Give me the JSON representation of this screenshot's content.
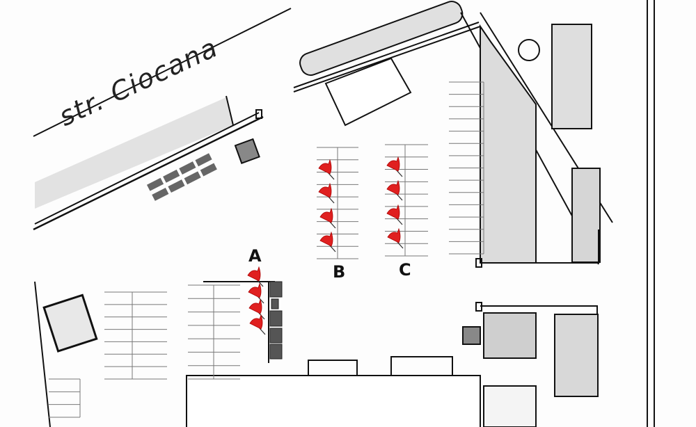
{
  "street_label": "str. Ciocana",
  "zones": [
    {
      "id": "A",
      "label": "A",
      "flag_count": 4
    },
    {
      "id": "B",
      "label": "B",
      "flag_count": 4
    },
    {
      "id": "C",
      "label": "C",
      "flag_count": 4
    }
  ],
  "colors": {
    "flag": "#e02020",
    "shade": "#d8d8d8",
    "box": "#555555",
    "ink": "#111111"
  }
}
